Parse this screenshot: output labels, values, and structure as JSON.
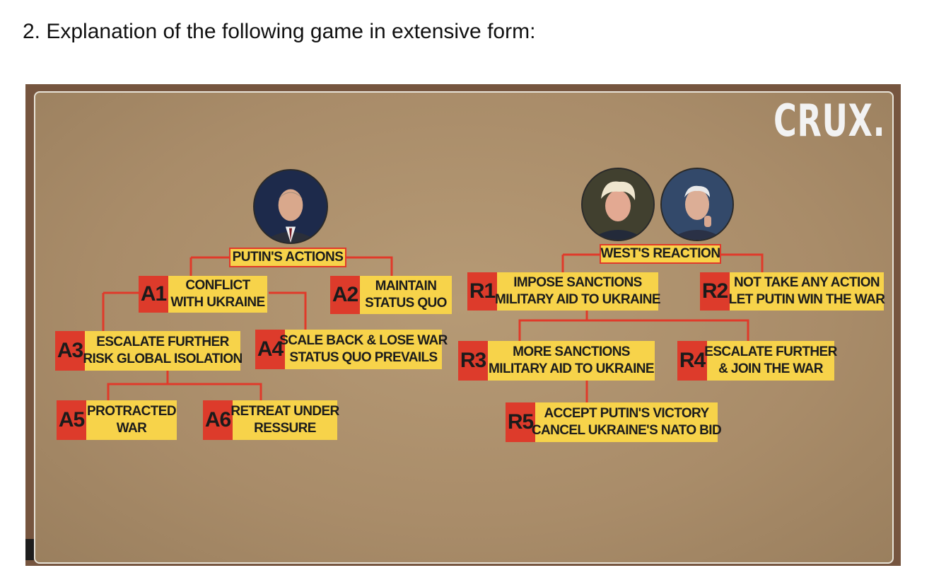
{
  "heading": "2.  Explanation of the following game in extensive form:",
  "logo": "CRUX.",
  "colors": {
    "tag_red": "#dd3b2b",
    "label_yellow": "#f7d34a",
    "line_red": "#e03a2a",
    "board": "#a98c69"
  },
  "putin": {
    "title": "PUTIN'S ACTIONS",
    "nodes": {
      "a1": {
        "tag": "A1",
        "line1": "CONFLICT",
        "line2": "WITH UKRAINE"
      },
      "a2": {
        "tag": "A2",
        "line1": "MAINTAIN",
        "line2": "STATUS QUO"
      },
      "a3": {
        "tag": "A3",
        "line1": "ESCALATE FURTHER",
        "line2": "RISK GLOBAL ISOLATION"
      },
      "a4": {
        "tag": "A4",
        "line1": "SCALE BACK & LOSE WAR",
        "line2": "STATUS QUO PREVAILS"
      },
      "a5": {
        "tag": "A5",
        "line1": "PROTRACTED",
        "line2": "WAR"
      },
      "a6": {
        "tag": "A6",
        "line1": "RETREAT UNDER",
        "line2": "RESSURE"
      }
    }
  },
  "west": {
    "title": "WEST'S REACTION",
    "nodes": {
      "r1": {
        "tag": "R1",
        "line1": "IMPOSE SANCTIONS",
        "line2": "MILITARY AID TO UKRAINE"
      },
      "r2": {
        "tag": "R2",
        "line1": "NOT TAKE ANY ACTION",
        "line2": "LET PUTIN WIN THE WAR"
      },
      "r3": {
        "tag": "R3",
        "line1": "MORE SANCTIONS",
        "line2": "MILITARY AID TO UKRAINE"
      },
      "r4": {
        "tag": "R4",
        "line1": "ESCALATE FURTHER",
        "line2": "& JOIN THE WAR"
      },
      "r5": {
        "tag": "R5",
        "line1": "ACCEPT PUTIN'S VICTORY",
        "line2": "CANCEL UKRAINE'S NATO BID"
      }
    }
  }
}
